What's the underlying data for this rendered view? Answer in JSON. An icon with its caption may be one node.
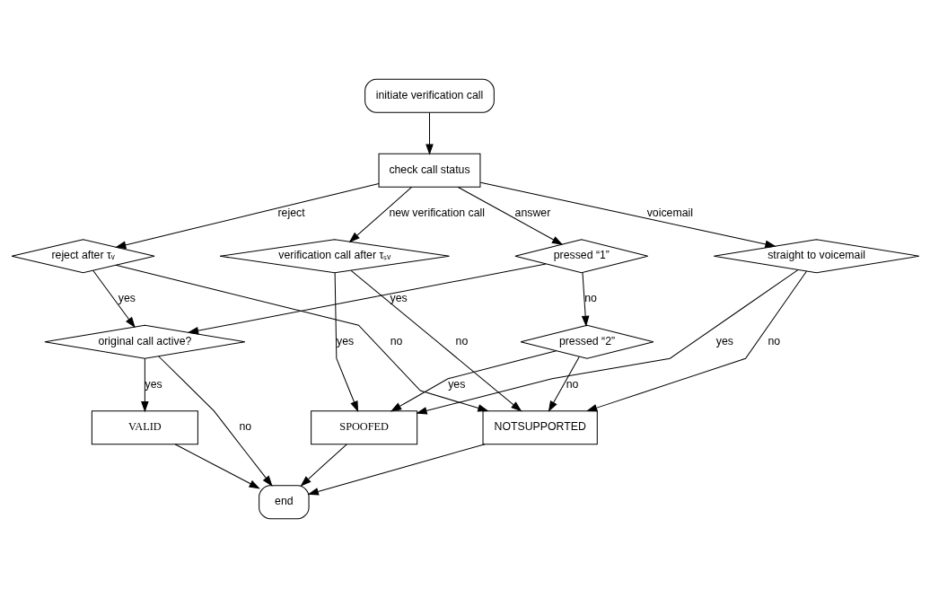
{
  "diagram": {
    "nodes": [
      {
        "text": [
          "initiate verification call"
        ]
      },
      {
        "text": [
          "check call status"
        ]
      },
      {
        "text": [
          "reject after τᵥ"
        ]
      },
      {
        "text": [
          "verification call after τₛᵥ"
        ]
      },
      {
        "text": [
          "pressed “1”"
        ]
      },
      {
        "text": [
          "straight to voicemail"
        ]
      },
      {
        "text": [
          "original call active?"
        ]
      },
      {
        "text": [
          "pressed “2”"
        ]
      },
      {
        "text": [
          "VALID"
        ]
      },
      {
        "text": [
          "SPOOFED"
        ]
      },
      {
        "text": [
          "NOTSUPPORTED"
        ]
      },
      {
        "text": [
          "end"
        ]
      }
    ],
    "edges": [
      {
        "from": 0,
        "to": 1,
        "arrow": "to"
      },
      {
        "from": 1,
        "to": 2,
        "arrow": "to",
        "label": "reject"
      },
      {
        "from": 1,
        "to": 3,
        "arrow": "to",
        "label": "new verification call"
      },
      {
        "from": 1,
        "to": 4,
        "arrow": "to",
        "label": "answer"
      },
      {
        "from": 1,
        "to": 5,
        "arrow": "to",
        "label": "voicemail"
      },
      {
        "from": 2,
        "to": 6,
        "arrow": "to",
        "label": "yes"
      },
      {
        "from": 2,
        "to": 10,
        "arrow": "to",
        "label": "no"
      },
      {
        "from": 3,
        "to": 9,
        "arrow": "to",
        "label": "yes"
      },
      {
        "from": 3,
        "to": 10,
        "arrow": "to",
        "label": "no"
      },
      {
        "from": 4,
        "to": 6,
        "arrow": "to",
        "label": "yes"
      },
      {
        "from": 4,
        "to": 7,
        "arrow": "to",
        "label": "no"
      },
      {
        "from": 5,
        "to": 9,
        "arrow": "to",
        "label": "yes"
      },
      {
        "from": 5,
        "to": 10,
        "arrow": "to",
        "label": "no"
      },
      {
        "from": 6,
        "to": 8,
        "arrow": "to",
        "label": "yes"
      },
      {
        "from": 6,
        "to": 11,
        "arrow": "to",
        "label": "no"
      },
      {
        "from": 7,
        "to": 9,
        "arrow": "to",
        "label": "yes"
      },
      {
        "from": 7,
        "to": 10,
        "arrow": "to",
        "label": "no"
      },
      {
        "from": 8,
        "to": 11,
        "arrow": "to"
      },
      {
        "from": 9,
        "to": 11,
        "arrow": "to"
      },
      {
        "from": 10,
        "to": 11,
        "arrow": "to"
      }
    ]
  }
}
